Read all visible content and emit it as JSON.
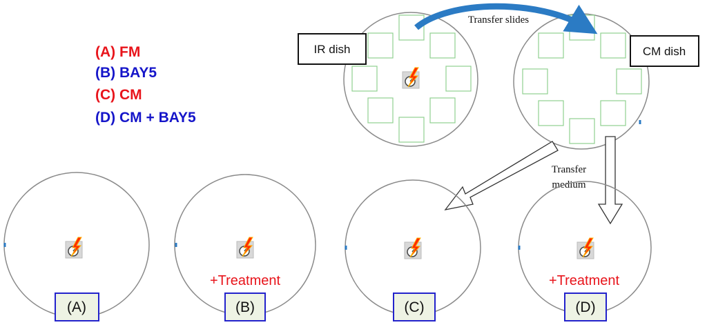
{
  "legend": [
    {
      "key": "(A)",
      "text": "FM",
      "color": "#e8141b"
    },
    {
      "key": "(B)",
      "text": "BAY5",
      "color": "#1515c9"
    },
    {
      "key": "(C)",
      "text": "CM",
      "color": "#e8141b"
    },
    {
      "key": "(D)",
      "text": "CM + BAY5",
      "color": "#1515c9"
    }
  ],
  "dishes": {
    "ir_label": "IR dish",
    "cm_label": "CM dish"
  },
  "transfer_slides_label": "Transfer slides",
  "transfer_medium_label": [
    "Transfer",
    "medium"
  ],
  "cases": [
    {
      "label": "(A)",
      "treatment": ""
    },
    {
      "label": "(B)",
      "treatment": "+Treatment"
    },
    {
      "label": "(C)",
      "treatment": ""
    },
    {
      "label": "(D)",
      "treatment": "+Treatment"
    }
  ],
  "colors": {
    "red": "#e8141b",
    "blue": "#1515c9",
    "slide_green": "#8fd08f",
    "dish_gray": "#8a8a8a",
    "arrow_blue": "#2b7bc4",
    "label_box_fill": "#eef3e4",
    "label_box_border": "#2222cc"
  },
  "icons": {
    "radiation_source": "lightning-bolt-icon"
  }
}
